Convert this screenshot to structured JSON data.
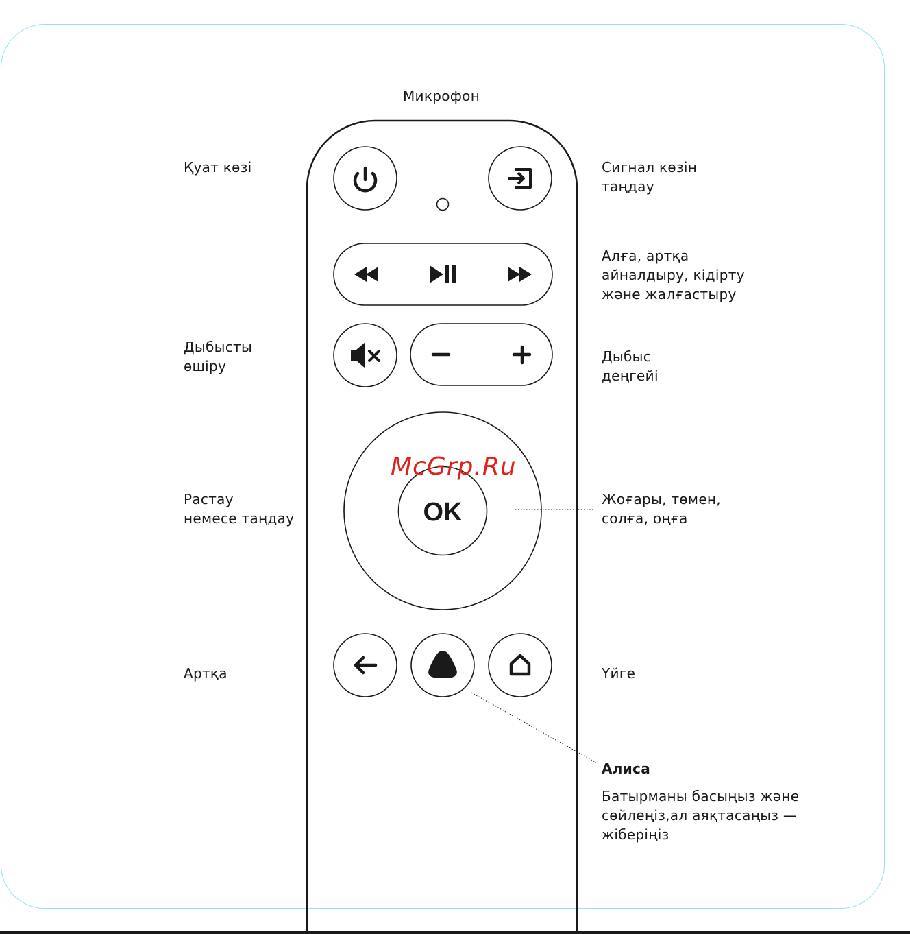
{
  "labels": {
    "microphone": "Микрофон",
    "power": "Қуат көзі",
    "source_select": "Сигнал көзін\nтаңдау",
    "playback": "Алға, артқа\nайналдыру, кідірту\nжәне жалғастыру",
    "mute": "Дыбысты\nөшіру",
    "volume": "Дыбыс\nдеңгейі",
    "confirm": "Растау\nнемесе таңдау",
    "navigation": "Жоғары, төмен,\nсолға, оңға",
    "back": "Артқа",
    "home": "Үйге",
    "alice_title": "Алиса",
    "alice_desc": "Батырманы басыңыз және\nсөйлеңіз,ал аяқтасаңыз —\nжіберіңіз"
  },
  "buttons": {
    "ok": "OK",
    "minus": "−",
    "plus": "+"
  },
  "watermark": "McGrp.Ru",
  "colors": {
    "frame": "#8fe3f2",
    "ink": "#1a1a1a",
    "watermark": "#e0231a"
  },
  "icons": [
    "power-icon",
    "input-source-icon",
    "rewind-icon",
    "play-pause-icon",
    "fast-forward-icon",
    "mute-icon",
    "back-arrow-icon",
    "alice-icon",
    "home-icon"
  ]
}
